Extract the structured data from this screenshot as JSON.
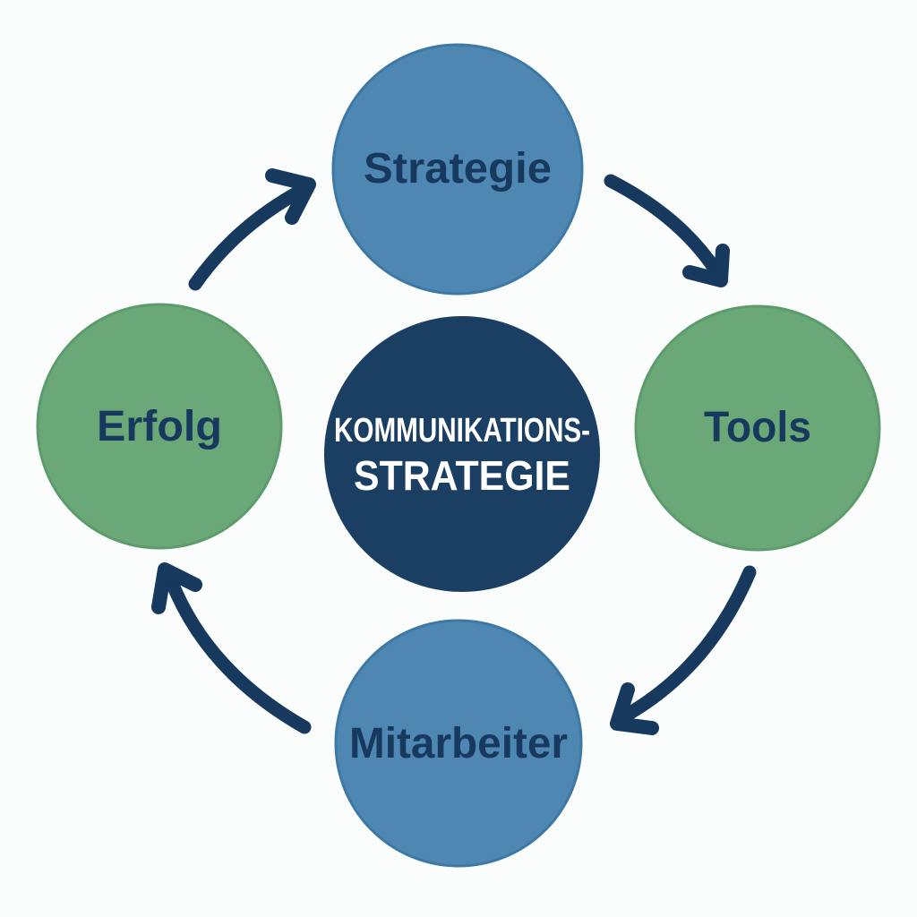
{
  "diagram": {
    "type": "cycle-diagram",
    "language": "de",
    "flow_direction": "clockwise",
    "background_color": "#FBFCFC",
    "arrow_color": "#17395E",
    "center": {
      "label_line1": "KOMMUNIKATIONS-",
      "label_line2": "STRATEGIE",
      "fill_color": "#1B3F63",
      "text_color": "#FFFFFF"
    },
    "nodes": [
      {
        "id": "strategie",
        "label": "Strategie",
        "position": "top",
        "fill_color": "#4E87B1",
        "rim_color": "#3D79A4",
        "text_color": "#17395E"
      },
      {
        "id": "tools",
        "label": "Tools",
        "position": "right",
        "fill_color": "#6BA877",
        "rim_color": "#5C9C6C",
        "text_color": "#17395E"
      },
      {
        "id": "mitarbeiter",
        "label": "Mitarbeiter",
        "position": "bottom",
        "fill_color": "#4E87B1",
        "rim_color": "#3D79A4",
        "text_color": "#17395E"
      },
      {
        "id": "erfolg",
        "label": "Erfolg",
        "position": "left",
        "fill_color": "#6BA877",
        "rim_color": "#5C9C6C",
        "text_color": "#17395E"
      }
    ],
    "arrows": [
      {
        "from": "erfolg",
        "to": "strategie"
      },
      {
        "from": "strategie",
        "to": "tools"
      },
      {
        "from": "tools",
        "to": "mitarbeiter"
      },
      {
        "from": "mitarbeiter",
        "to": "erfolg"
      }
    ]
  }
}
